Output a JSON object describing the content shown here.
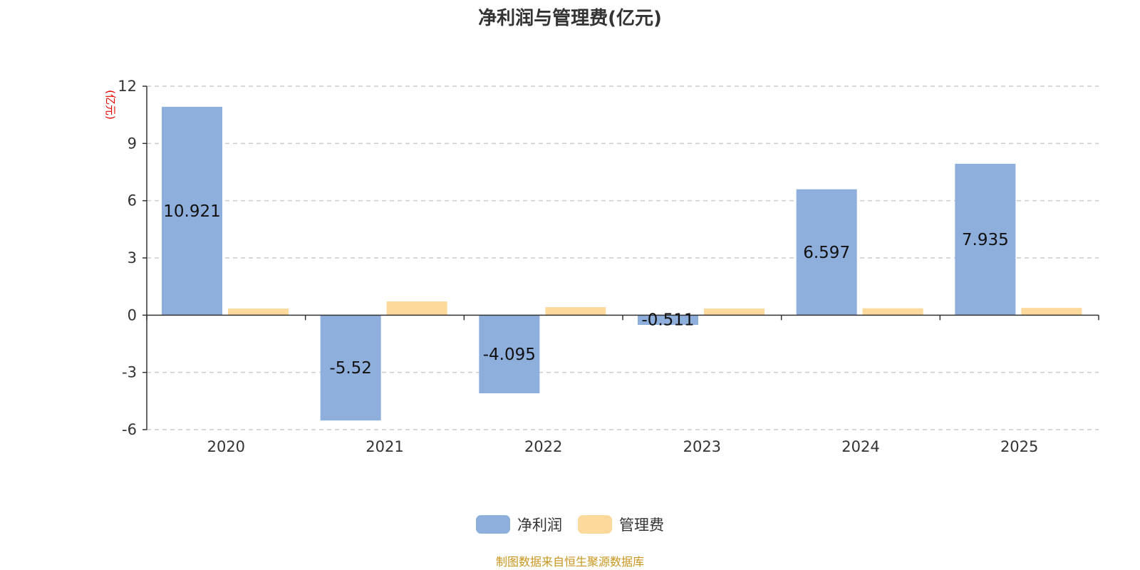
{
  "chart_data": {
    "type": "bar",
    "title": "净利润与管理费(亿元)",
    "ylabel": "(亿元)",
    "xlabel": "",
    "categories": [
      "2020",
      "2021",
      "2022",
      "2023",
      "2024",
      "2025"
    ],
    "series": [
      {
        "name": "净利润",
        "color": "#8eaedb",
        "values": [
          10.921,
          -5.52,
          -4.095,
          -0.511,
          6.597,
          7.935
        ],
        "labels": [
          "10.921",
          "-5.52",
          "-4.095",
          "-0.511",
          "6.597",
          "7.935"
        ]
      },
      {
        "name": "管理费",
        "color": "#fdd99b",
        "values": [
          0.35,
          0.72,
          0.42,
          0.35,
          0.36,
          0.38
        ]
      }
    ],
    "ylim": [
      -6,
      12
    ],
    "yticks": [
      12,
      9,
      6,
      3,
      0,
      -3,
      -6
    ],
    "grid": true,
    "legend": "bottom-center",
    "source_note": "制图数据来自恒生聚源数据库"
  }
}
